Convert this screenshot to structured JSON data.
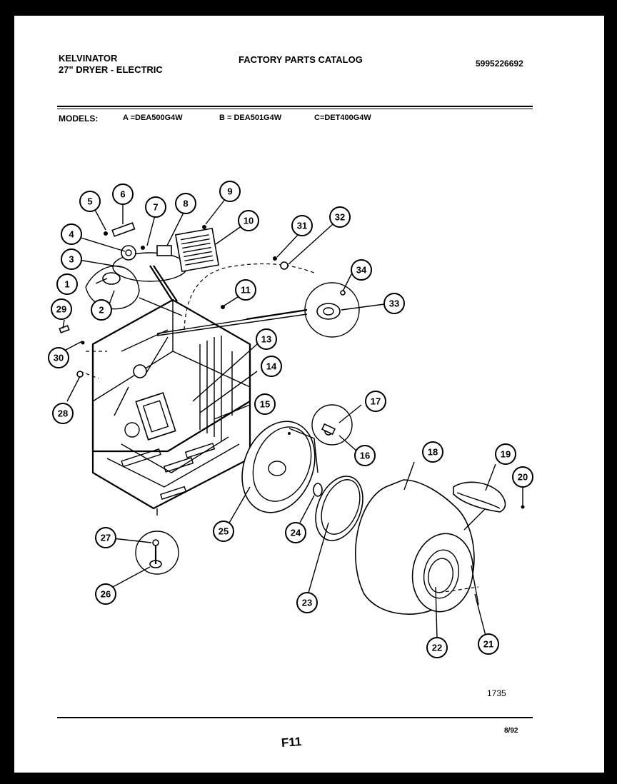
{
  "header": {
    "brand": "KELVINATOR",
    "product": "27\" DRYER - ELECTRIC",
    "catalog_title": "FACTORY PARTS CATALOG",
    "part_number": "5995226692"
  },
  "models": {
    "label": "MODELS:",
    "a": "A =DEA500G4W",
    "b": "B = DEA501G4W",
    "c": "C=DET400G4W"
  },
  "footer": {
    "drawing_number": "1735",
    "page_code": "F11",
    "date": "8/92"
  },
  "callouts": [
    "1",
    "2",
    "3",
    "4",
    "5",
    "6",
    "7",
    "8",
    "9",
    "10",
    "11",
    "13",
    "14",
    "15",
    "16",
    "17",
    "18",
    "19",
    "20",
    "21",
    "22",
    "23",
    "24",
    "25",
    "26",
    "27",
    "28",
    "29",
    "30",
    "31",
    "32",
    "33",
    "34"
  ]
}
